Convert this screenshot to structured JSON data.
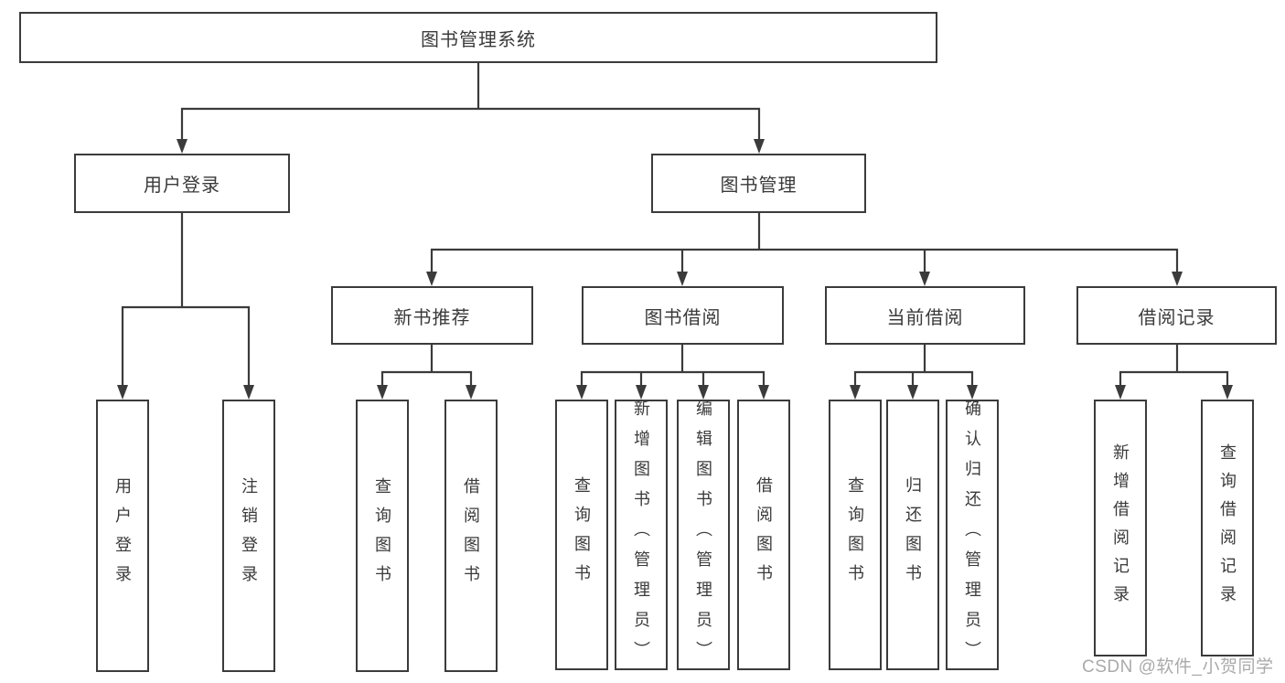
{
  "diagram_type": "hierarchy-tree",
  "colors": {
    "background": "#ffffff",
    "line": "#3b3b3b",
    "node_border": "#3b3b3b",
    "node_fill": "#ffffff",
    "text": "#3a3a3a",
    "watermark": "#a6a6a6"
  },
  "tree": {
    "label": "图书管理系统",
    "children": [
      {
        "label": "用户登录",
        "children": [
          {
            "label": "用户登录"
          },
          {
            "label": "注销登录"
          }
        ]
      },
      {
        "label": "图书管理",
        "children": [
          {
            "label": "新书推荐",
            "children": [
              {
                "label": "查询图书"
              },
              {
                "label": "借阅图书"
              }
            ]
          },
          {
            "label": "图书借阅",
            "children": [
              {
                "label": "查询图书"
              },
              {
                "label": "新增图书（管理员）"
              },
              {
                "label": "编辑图书（管理员）"
              },
              {
                "label": "借阅图书"
              }
            ]
          },
          {
            "label": "当前借阅",
            "children": [
              {
                "label": "查询图书"
              },
              {
                "label": "归还图书"
              },
              {
                "label": "确认归还（管理员）"
              }
            ]
          },
          {
            "label": "借阅记录",
            "children": [
              {
                "label": "新增借阅记录"
              },
              {
                "label": "查询借阅记录"
              }
            ]
          }
        ]
      }
    ]
  },
  "watermark": {
    "text": "CSDN @软件_小贺同学"
  }
}
